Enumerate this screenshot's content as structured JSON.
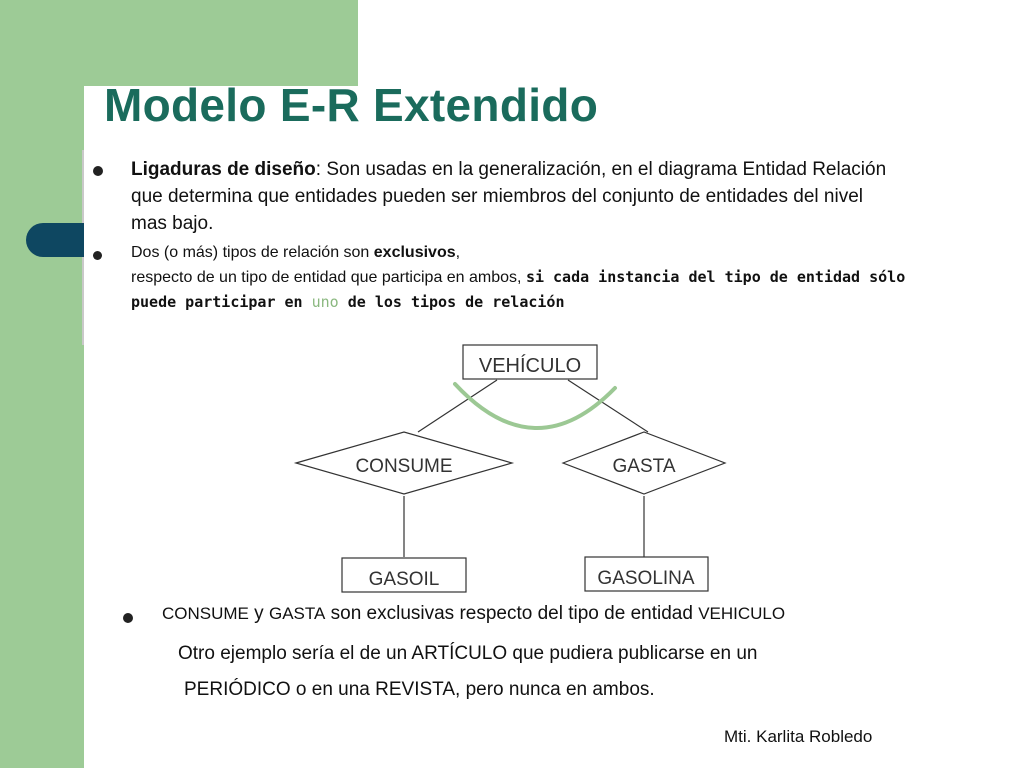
{
  "slide": {
    "title": "Modelo E-R Extendido",
    "bullet1": {
      "bold": "Ligaduras de diseño",
      "text": ": Son usadas en la generalización, en el diagrama Entidad Relación que determina que entidades pueden ser miembros del conjunto de entidades del nivel mas bajo."
    },
    "bullet2": {
      "line1_pre": "Dos (o más) tipos de relación son ",
      "line1_bold": "exclusivos",
      "line1_post": ",",
      "line2_pre": "respecto de un tipo de entidad que participa en ambos, ",
      "line2_bold_a": "si cada instancia del tipo de entidad sólo puede participar en ",
      "line2_green": "uno",
      "line2_bold_b": " de los tipos de relación"
    },
    "diagram": {
      "entity_top": "VEHÍCULO",
      "rel_left": "CONSUME",
      "rel_right": "GASTA",
      "entity_left": "GASOIL",
      "entity_right": "GASOLINA"
    },
    "bullet3": {
      "word1": "CONSUME",
      "mid1": " y ",
      "word2": "GASTA",
      "mid2": " son exclusivas respecto del tipo de entidad ",
      "word3": "VEHICULO"
    },
    "other_line1": "Otro ejemplo sería el de un ARTÍCULO que pudiera publicarse en un",
    "other_line2": "PERIÓDICO o en una REVISTA, pero nunca en ambos.",
    "author": "Mti. Karlita Robledo",
    "colors": {
      "green_band": "#9dcb96",
      "title": "#1a6b5c",
      "navy": "#0e4761",
      "arc": "#9cc894"
    }
  }
}
